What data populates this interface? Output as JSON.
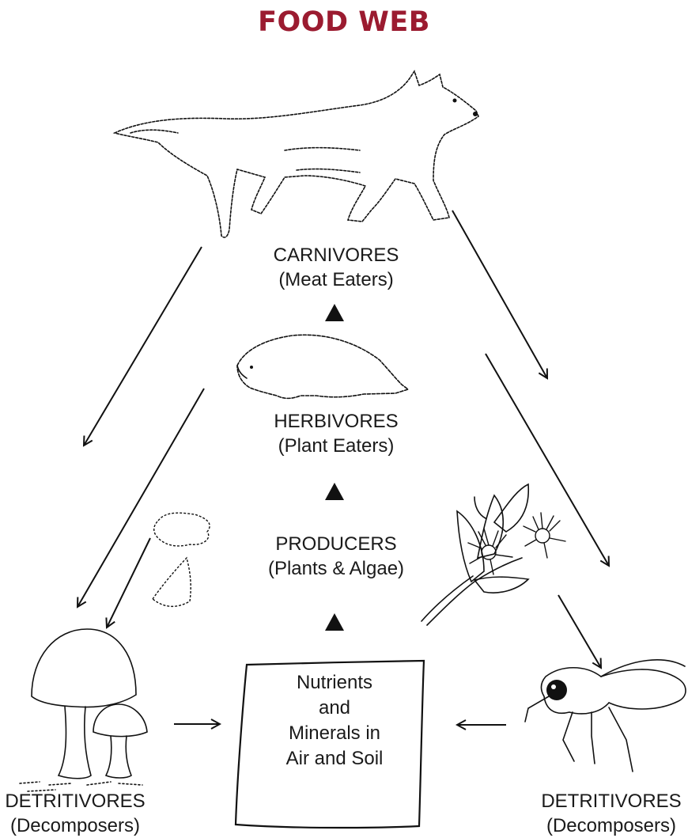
{
  "title": "FOOD WEB",
  "title_color": "#9b1b30",
  "carnivores": {
    "name": "CARNIVORES",
    "desc": "(Meat Eaters)"
  },
  "herbivores": {
    "name": "HERBIVORES",
    "desc": "(Plant Eaters)"
  },
  "producers": {
    "name": "PRODUCERS",
    "desc": "(Plants & Algae)"
  },
  "nutrients_box": {
    "line1": "Nutrients",
    "line2": "and",
    "line3": "Minerals in",
    "line4": "Air and Soil"
  },
  "detritivores_left": {
    "name": "DETRITIVORES",
    "desc": "(Decomposers)"
  },
  "detritivores_right": {
    "name": "DETRITIVORES",
    "desc": "(Decomposers)"
  },
  "icons": [
    "wolf-icon",
    "beaver-icon",
    "flower-icon",
    "leaf-litter-icon",
    "mushroom-icon",
    "fly-icon"
  ]
}
